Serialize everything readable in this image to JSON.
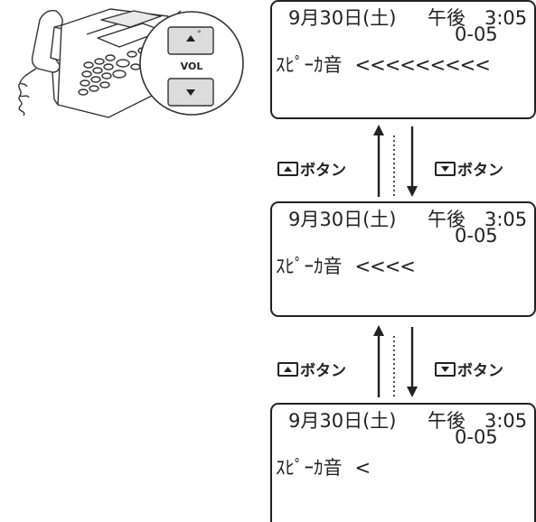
{
  "phone": {
    "vol_label": "VOL",
    "up_key_dot": "°"
  },
  "screens": [
    {
      "date": "9月30日(土)",
      "time": "午後　3:05",
      "line2": "0-05",
      "setting": "ｽﾋﾟｰｶ音",
      "level": "<<<<<<<<<"
    },
    {
      "date": "9月30日(土)",
      "time": "午後　3:05",
      "line2": "0-05",
      "setting": "ｽﾋﾟｰｶ音",
      "level": "<<<<"
    },
    {
      "date": "9月30日(土)",
      "time": "午後　3:05",
      "line2": "0-05",
      "setting": "ｽﾋﾟｰｶ音",
      "level": "<"
    }
  ],
  "transitions": [
    {
      "up_label": "ボタン",
      "down_label": "ボタン"
    },
    {
      "up_label": "ボタン",
      "down_label": "ボタン"
    }
  ]
}
